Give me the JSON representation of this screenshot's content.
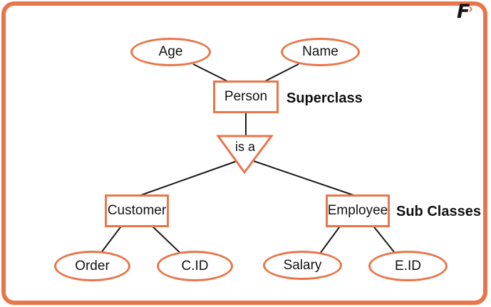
{
  "colors": {
    "accent": "#e8764a",
    "line": "#1a1a1a",
    "text": "#111111",
    "background": "#ffffff"
  },
  "logo": {
    "letter": "F",
    "chevron": "›"
  },
  "nodes": {
    "age": "Age",
    "name": "Name",
    "person": "Person",
    "isa": "is a",
    "customer": "Customer",
    "employee": "Employee",
    "order": "Order",
    "cid": "C.ID",
    "salary": "Salary",
    "eid": "E.ID"
  },
  "annotations": {
    "superclass": "Superclass",
    "subclasses": "Sub Classes"
  }
}
